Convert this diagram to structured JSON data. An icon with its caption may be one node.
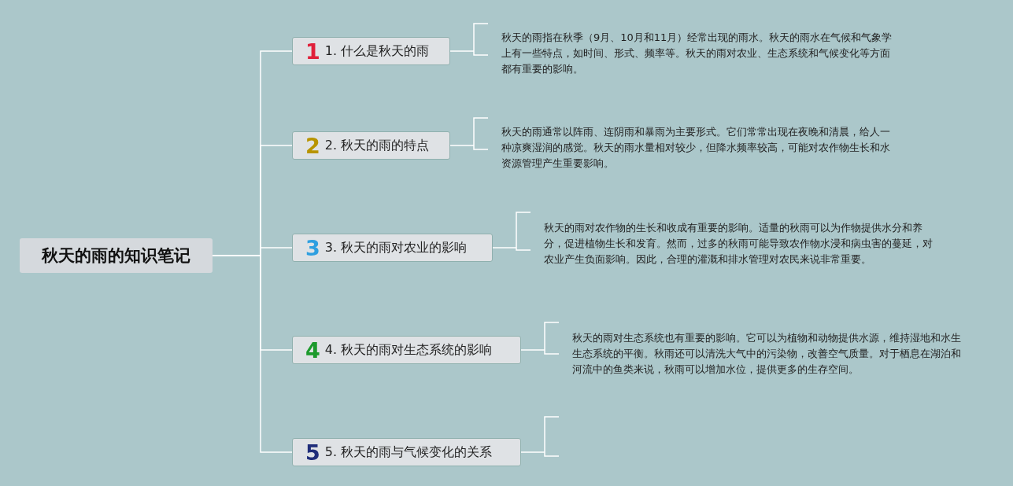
{
  "diagram": {
    "nodes": [
      {
        "text": [
          "秋天的雨的知识笔记"
        ]
      },
      {
        "text": [
          "1",
          "1. 什么是秋天的雨"
        ]
      },
      {
        "text": [
          "2",
          "2. 秋天的雨的特点"
        ]
      },
      {
        "text": [
          "3",
          "3. 秋天的雨对农业的影响"
        ]
      },
      {
        "text": [
          "4",
          "4. 秋天的雨对生态系统的影响"
        ]
      },
      {
        "text": [
          "5",
          "5. 秋天的雨与气候变化的关系"
        ]
      },
      {
        "text": [
          "秋天的雨指在秋季（9月、10月和11月）经常出现的雨水。秋天的雨水在气候和气象学上有一些特点，如时间、形式、频率等。秋天的雨对农业、生态系统和气候变化等方面都有重要的影响。"
        ]
      },
      {
        "text": [
          "秋天的雨通常以阵雨、连阴雨和暴雨为主要形式。它们常常出现在夜晚和清晨，给人一种凉爽湿润的感觉。秋天的雨水量相对较少，但降水频率较高，可能对农作物生长和水资源管理产生重要影响。"
        ]
      },
      {
        "text": [
          "秋天的雨对农作物的生长和收成有重要的影响。适量的秋雨可以为作物提供水分和养分，促进植物生长和发育。然而，过多的秋雨可能导致农作物水浸和病虫害的蔓延，对农业产生负面影响。因此，合理的灌溉和排水管理对农民来说非常重要。"
        ]
      },
      {
        "text": [
          "秋天的雨对生态系统也有重要的影响。它可以为植物和动物提供水源，维持湿地和水生生态系统的平衡。秋雨还可以清洗大气中的污染物，改善空气质量。对于栖息在湖泊和河流中的鱼类来说，秋雨可以增加水位，提供更多的生存空间。"
        ]
      }
    ],
    "edges": [
      {
        "from": 0,
        "to": 1,
        "arrow": "none"
      },
      {
        "from": 0,
        "to": 2,
        "arrow": "none"
      },
      {
        "from": 0,
        "to": 3,
        "arrow": "none"
      },
      {
        "from": 0,
        "to": 4,
        "arrow": "none"
      },
      {
        "from": 0,
        "to": 5,
        "arrow": "none"
      },
      {
        "from": 1,
        "to": 6,
        "arrow": "none"
      },
      {
        "from": 2,
        "to": 7,
        "arrow": "none"
      },
      {
        "from": 3,
        "to": 8,
        "arrow": "none"
      },
      {
        "from": 4,
        "to": 9,
        "arrow": "none"
      },
      {
        "from": 5,
        "to": null,
        "arrow": "none"
      }
    ]
  }
}
